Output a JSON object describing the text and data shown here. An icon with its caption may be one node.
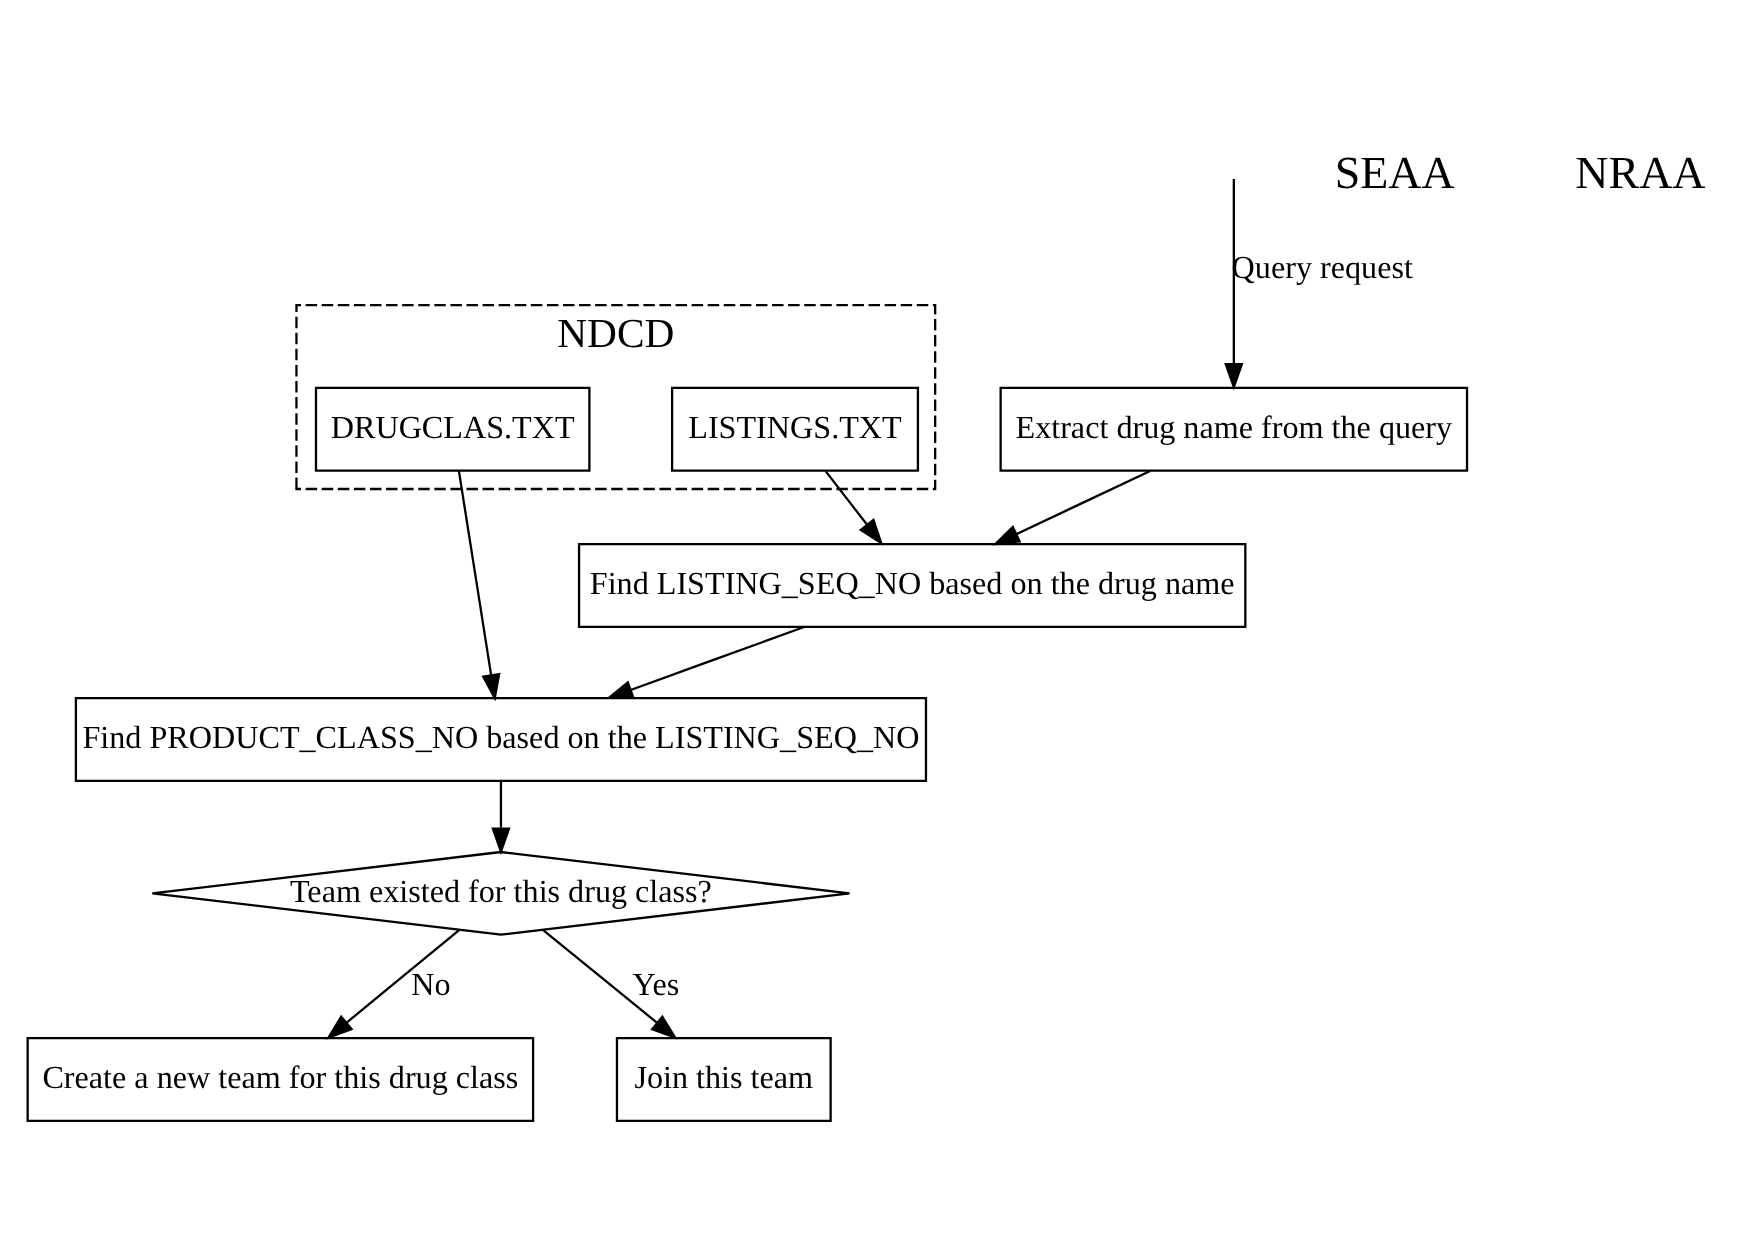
{
  "diagram": {
    "nodes": [
      {
        "text": [
          "Extract drug name from the query"
        ]
      },
      {
        "text": [
          "Find LISTING_SEQ_NO based on the drug name"
        ]
      },
      {
        "text": [
          "Find PRODUCT_CLASS_NO based on the LISTING_SEQ_NO"
        ]
      },
      {
        "text": [
          "Team existed for this drug class?"
        ]
      },
      {
        "text": [
          "Create a new team for this drug class"
        ]
      },
      {
        "text": [
          "Join this team"
        ]
      },
      {
        "text": [
          "NDCD"
        ]
      },
      {
        "text": [
          "LISTINGS.TXT"
        ],
        "in": 6
      },
      {
        "text": [
          "DRUGCLAS.TXT"
        ],
        "in": 6
      }
    ],
    "edges": [
      {
        "from": null,
        "to": 0,
        "arrow": "to",
        "label": "Query request"
      },
      {
        "from": 0,
        "to": 1,
        "arrow": "to"
      },
      {
        "from": 7,
        "to": 1,
        "arrow": "to"
      },
      {
        "from": 1,
        "to": 2,
        "arrow": "to"
      },
      {
        "from": 8,
        "to": 2,
        "arrow": "to"
      },
      {
        "from": 2,
        "to": 3,
        "arrow": "to"
      },
      {
        "from": 3,
        "to": 4,
        "arrow": "to",
        "label": "No"
      },
      {
        "from": 3,
        "to": 5,
        "arrow": "to",
        "label": "Yes"
      }
    ],
    "labels": [
      "SEAA",
      "NRAA"
    ]
  }
}
